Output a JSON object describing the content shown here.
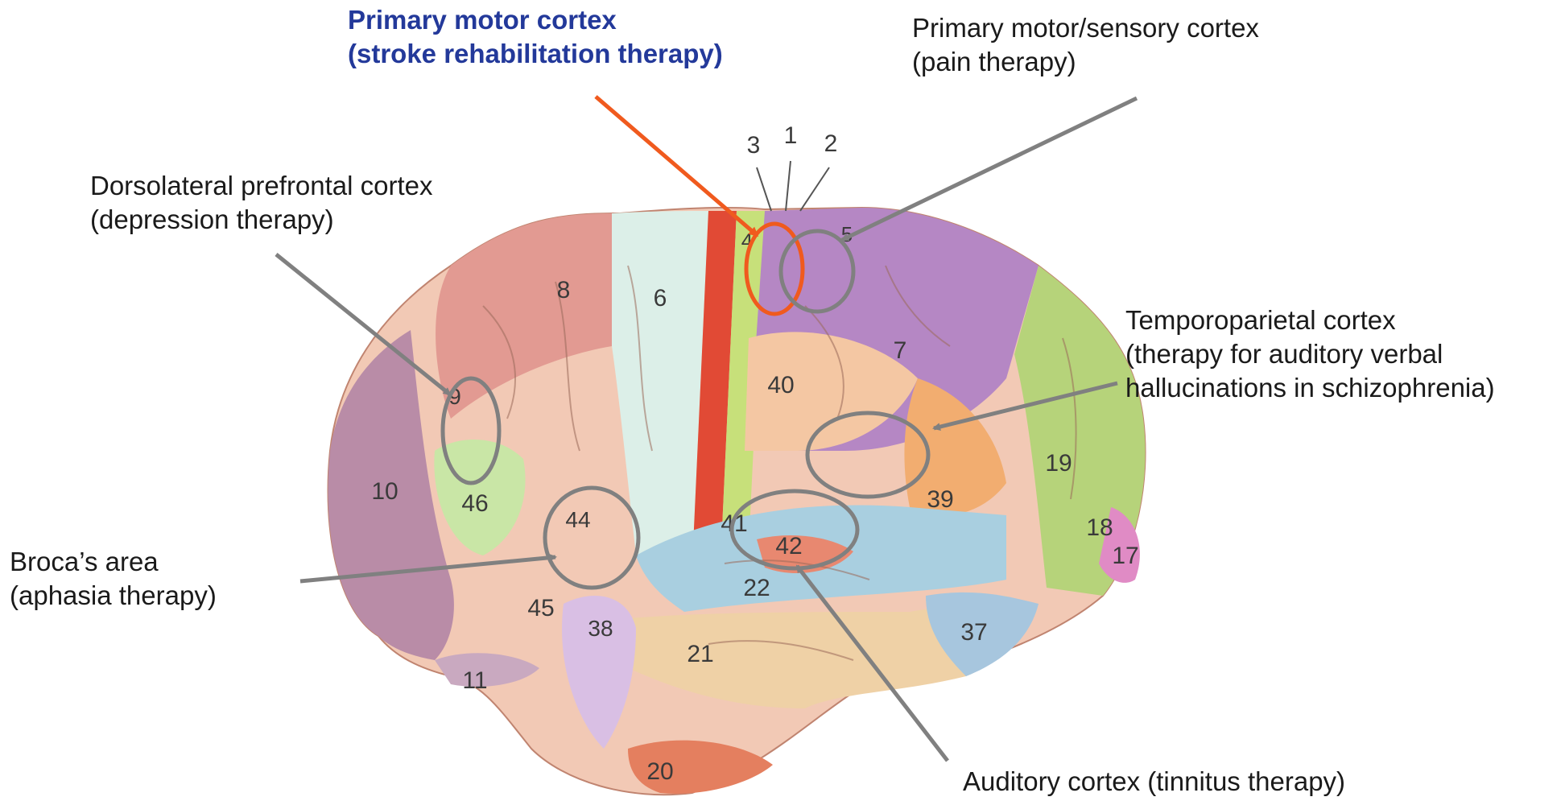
{
  "captions": {
    "motor_cortex": {
      "lines": [
        "Primary motor cortex",
        "(stroke rehabilitation therapy)"
      ],
      "color": "#23399a"
    },
    "motor_sensory_cortex": {
      "lines": [
        "Primary motor/sensory cortex",
        "(pain therapy)"
      ]
    },
    "dlpfc": {
      "lines": [
        "Dorsolateral prefrontal cortex",
        "(depression therapy)"
      ]
    },
    "temporoparietal": {
      "lines": [
        "Temporoparietal cortex",
        "(therapy for auditory verbal",
        "hallucinations in schizophrenia)"
      ]
    },
    "broca": {
      "lines": [
        "Broca’s area",
        "(aphasia therapy)"
      ]
    },
    "auditory": {
      "lines": [
        "Auditory cortex (tinnitus therapy)"
      ]
    }
  },
  "brodmann_areas": [
    "1",
    "2",
    "3",
    "4",
    "5",
    "6",
    "7",
    "8",
    "9",
    "10",
    "11",
    "17",
    "18",
    "19",
    "20",
    "21",
    "22",
    "37",
    "38",
    "39",
    "40",
    "41",
    "42",
    "44",
    "45",
    "46"
  ],
  "colors": {
    "motor_highlight": "#f05a1e",
    "pointer_gray": "#808080",
    "caption_blue": "#23399a"
  }
}
